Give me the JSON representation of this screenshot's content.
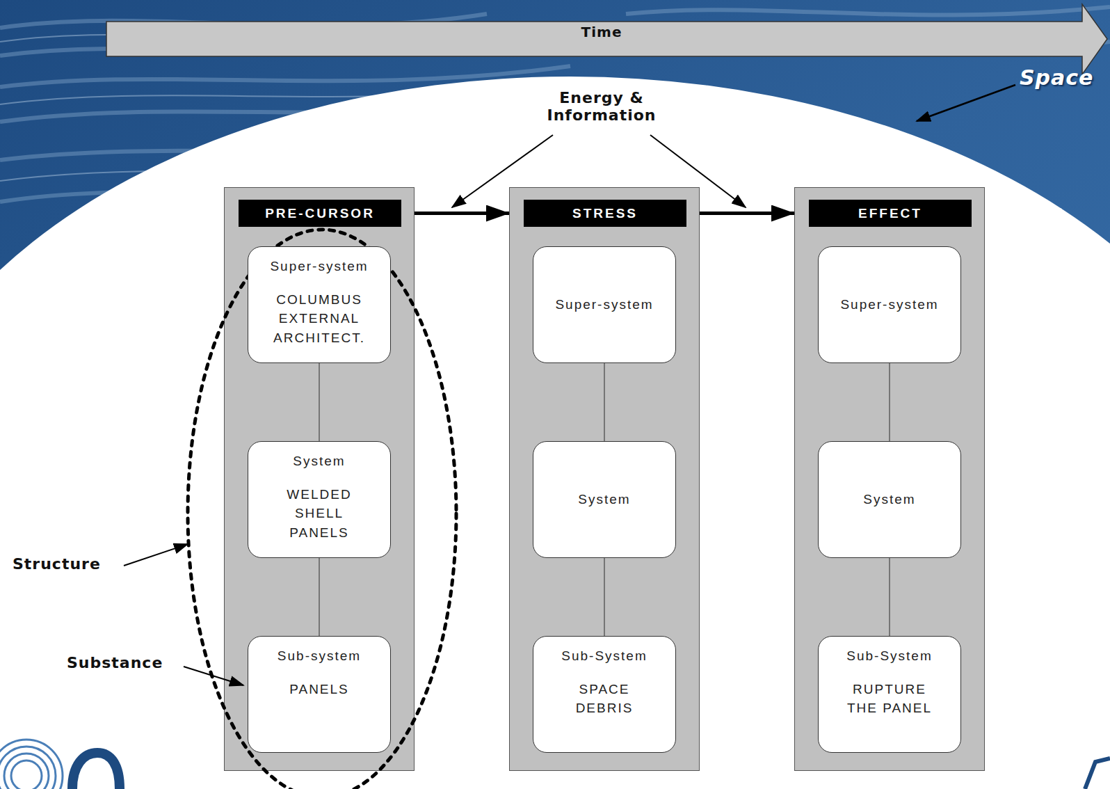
{
  "diagram": {
    "nodes": [
      {
        "text": [
          "PRE-CURSOR"
        ]
      },
      {
        "text": [
          "Super-system",
          "COLUMBUS EXTERNAL ARCHITECT."
        ],
        "in": 0
      },
      {
        "text": [
          "System",
          "WELDED SHELL PANELS"
        ],
        "in": 0
      },
      {
        "text": [
          "Sub-system",
          "PANELS"
        ],
        "in": 0
      },
      {
        "text": [
          "STRESS"
        ]
      },
      {
        "text": [
          "Super-system"
        ],
        "in": 4
      },
      {
        "text": [
          "System"
        ],
        "in": 4
      },
      {
        "text": [
          "Sub-System",
          "SPACE DEBRIS"
        ],
        "in": 4
      },
      {
        "text": [
          "EFFECT"
        ]
      },
      {
        "text": [
          "Super-system"
        ],
        "in": 8
      },
      {
        "text": [
          "System"
        ],
        "in": 8
      },
      {
        "text": [
          "Sub-System",
          "RUPTURE THE PANEL"
        ],
        "in": 8
      }
    ],
    "edges": [
      {
        "from": 0,
        "to": 4,
        "arrow": "to"
      },
      {
        "from": 4,
        "to": 8,
        "arrow": "to"
      },
      {
        "from": 1,
        "to": 2,
        "arrow": "none"
      },
      {
        "from": 2,
        "to": 3,
        "arrow": "none"
      },
      {
        "from": 5,
        "to": 6,
        "arrow": "none"
      },
      {
        "from": 6,
        "to": 7,
        "arrow": "none"
      },
      {
        "from": 9,
        "to": 10,
        "arrow": "none"
      },
      {
        "from": 10,
        "to": 11,
        "arrow": "none"
      }
    ],
    "labels": [
      "Time",
      "Space",
      "Energy & Information",
      "Structure",
      "Substance"
    ]
  }
}
